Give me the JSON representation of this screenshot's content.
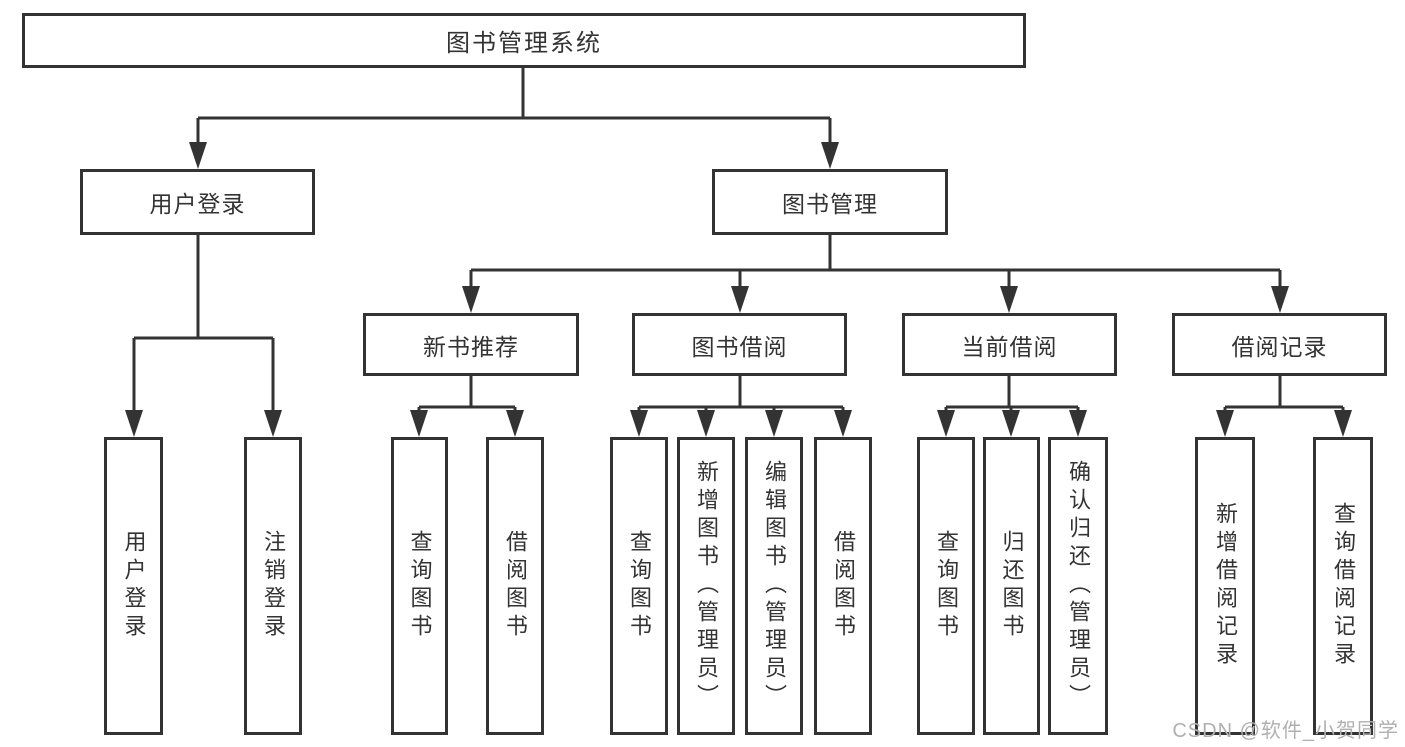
{
  "diagram": {
    "root": {
      "label": "图书管理系统"
    },
    "level2": [
      {
        "id": "user-login",
        "label": "用户登录"
      },
      {
        "id": "book-mgmt",
        "label": "图书管理"
      }
    ],
    "level3": [
      {
        "id": "new-books",
        "label": "新书推荐",
        "parent": "图书管理"
      },
      {
        "id": "book-borrow",
        "label": "图书借阅",
        "parent": "图书管理"
      },
      {
        "id": "current-borrow",
        "label": "当前借阅",
        "parent": "图书管理"
      },
      {
        "id": "borrow-records",
        "label": "借阅记录",
        "parent": "图书管理"
      }
    ],
    "leaves": [
      {
        "id": "user-login-leaf",
        "label": "用户登录",
        "parent": "用户登录"
      },
      {
        "id": "logout",
        "label": "注销登录",
        "parent": "用户登录"
      },
      {
        "id": "query-books-new",
        "label": "查询图书",
        "parent": "新书推荐"
      },
      {
        "id": "borrow-books-new",
        "label": "借阅图书",
        "parent": "新书推荐"
      },
      {
        "id": "query-books-borrow",
        "label": "查询图书",
        "parent": "图书借阅"
      },
      {
        "id": "add-books-admin",
        "label": "新增图书（管理员）",
        "parent": "图书借阅"
      },
      {
        "id": "edit-books-admin",
        "label": "编辑图书（管理员）",
        "parent": "图书借阅"
      },
      {
        "id": "borrow-books",
        "label": "借阅图书",
        "parent": "图书借阅"
      },
      {
        "id": "query-books-current",
        "label": "查询图书",
        "parent": "当前借阅"
      },
      {
        "id": "return-books",
        "label": "归还图书",
        "parent": "当前借阅"
      },
      {
        "id": "confirm-return-admin",
        "label": "确认归还（管理员）",
        "parent": "当前借阅"
      },
      {
        "id": "add-borrow-record",
        "label": "新增借阅记录",
        "parent": "借阅记录"
      },
      {
        "id": "query-borrow-record",
        "label": "查询借阅记录",
        "parent": "借阅记录"
      }
    ]
  },
  "watermark": {
    "text": "CSDN @软件_小贺同学",
    "color": "#b0b0b0"
  },
  "colors": {
    "line": "#333333",
    "box_border": "#333333",
    "background": "#ffffff",
    "text": "#333333"
  }
}
